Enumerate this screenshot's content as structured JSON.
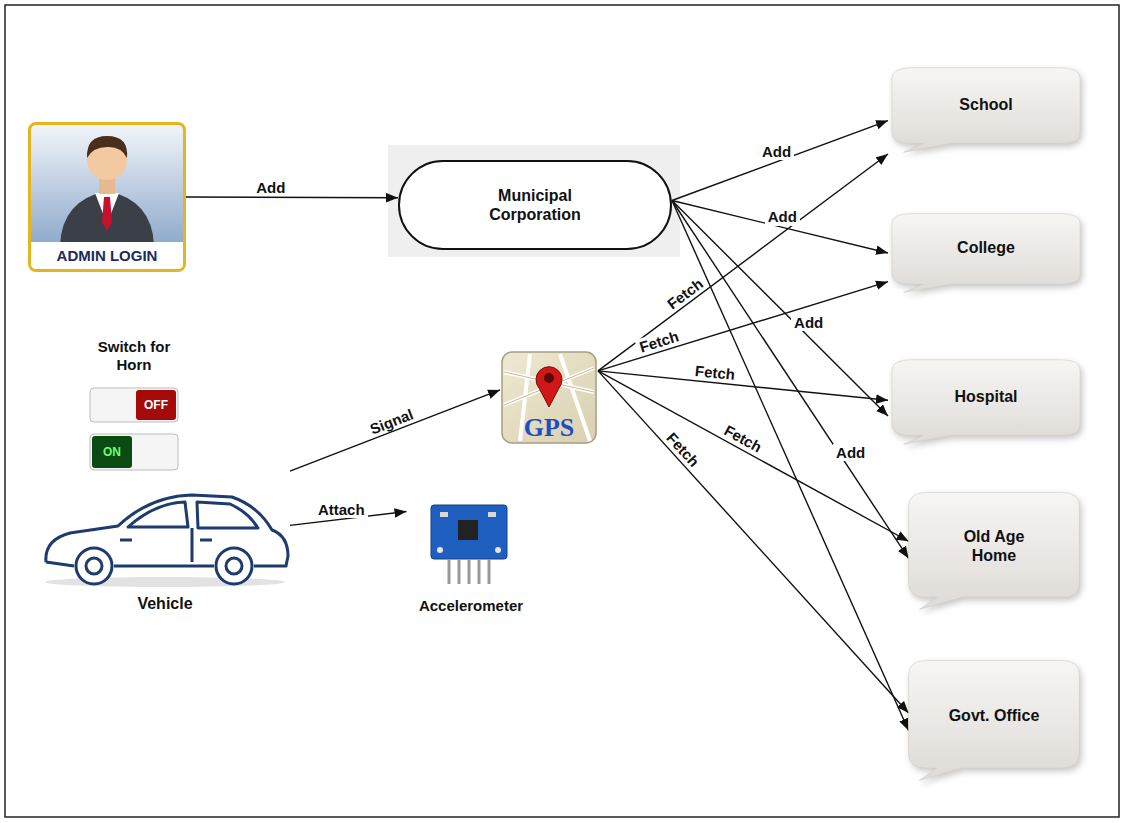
{
  "diagram": {
    "nodes": [
      {
        "text": [
          "ADMIN LOGIN"
        ]
      },
      {
        "text": [
          "Municipal Corporation"
        ]
      },
      {
        "text": [
          "School"
        ]
      },
      {
        "text": [
          "College"
        ]
      },
      {
        "text": [
          "Hospital"
        ]
      },
      {
        "text": [
          "Vehicle"
        ]
      },
      {
        "text": [
          "GPS"
        ]
      },
      {
        "text": [
          "Accelerometer"
        ]
      },
      {
        "text": [
          "Old Age Home"
        ]
      },
      {
        "text": [
          "Govt. Office"
        ]
      }
    ],
    "edges": [
      {
        "from": 0,
        "to": 1,
        "label": "Add",
        "arrow": "to"
      },
      {
        "from": 1,
        "to": 2,
        "label": "Add",
        "arrow": "to"
      },
      {
        "from": 1,
        "to": 3,
        "label": "Add",
        "arrow": "to"
      },
      {
        "from": 1,
        "to": 4,
        "label": "Add",
        "arrow": "to"
      },
      {
        "from": 1,
        "to": 8,
        "label": "Add",
        "arrow": "to"
      },
      {
        "from": 1,
        "to": 9,
        "arrow": "to"
      },
      {
        "from": 5,
        "to": 6,
        "label": "Signal",
        "arrow": "to"
      },
      {
        "from": 5,
        "to": 7,
        "label": "Attach",
        "arrow": "to"
      },
      {
        "from": 6,
        "to": 2,
        "label": "Fetch",
        "arrow": "to"
      },
      {
        "from": 6,
        "to": 3,
        "label": "Fetch",
        "arrow": "to"
      },
      {
        "from": 6,
        "to": 4,
        "label": "Fetch",
        "arrow": "to"
      },
      {
        "from": 6,
        "to": 8,
        "label": "Fetch",
        "arrow": "to"
      },
      {
        "from": 6,
        "to": 9,
        "label": "Fetch",
        "arrow": "to"
      }
    ],
    "labels": [
      "Switch for Horn",
      "OFF",
      "ON"
    ]
  }
}
